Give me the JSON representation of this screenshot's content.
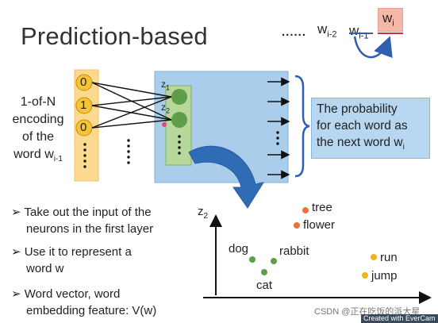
{
  "title": "Prediction-based",
  "sequence": {
    "dots": "......",
    "w_prev2": "w",
    "w_prev2_sub": "i-2",
    "w_prev1": "w",
    "w_prev1_sub": "i-1",
    "w_target": "w",
    "w_target_sub": "i"
  },
  "input": {
    "label_lines": [
      "1-of-N",
      "encoding",
      "of the"
    ],
    "label_last": "word w",
    "label_last_sub": "i-1",
    "bits": [
      "0",
      "1",
      "0"
    ]
  },
  "hidden": {
    "z1": "z",
    "z1_sub": "1",
    "z2": "z",
    "z2_sub": "2"
  },
  "output_box": {
    "lines": [
      "The probability",
      "for each word as"
    ],
    "last": "the next word w",
    "last_sub": "i"
  },
  "bullets": [
    {
      "marker": "➢",
      "lines": [
        "Take out the input of the",
        "neurons in the first layer"
      ]
    },
    {
      "marker": "➢",
      "lines": [
        "Use it to represent a",
        "word w"
      ]
    },
    {
      "marker": "➢",
      "lines": [
        "Word vector, word",
        "embedding feature: V(w)"
      ]
    }
  ],
  "scatter": {
    "ylabel": "z",
    "ylabel_sub": "2",
    "points": [
      {
        "label": "tree",
        "color": "#e8743b"
      },
      {
        "label": "flower",
        "color": "#e8743b"
      },
      {
        "label": "dog",
        "color": "#5e9e48"
      },
      {
        "label": "rabbit",
        "color": "#5e9e48"
      },
      {
        "label": "cat",
        "color": "#5e9e48"
      },
      {
        "label": "run",
        "color": "#f0b41c"
      },
      {
        "label": "jump",
        "color": "#f0b41c"
      }
    ]
  },
  "footer": {
    "csdn": "CSDN @正在吃饭的派大星",
    "evercam": "Created with EverCam"
  },
  "colors": {
    "input_column": "#fbd98f",
    "input_node": "#f7c33b",
    "network_box": "#a9cdea",
    "hidden_column": "#b7d79b",
    "hidden_node": "#5e9e48",
    "curved_arrow": "#2f6cb5",
    "target_box": "#f4b8a8"
  }
}
